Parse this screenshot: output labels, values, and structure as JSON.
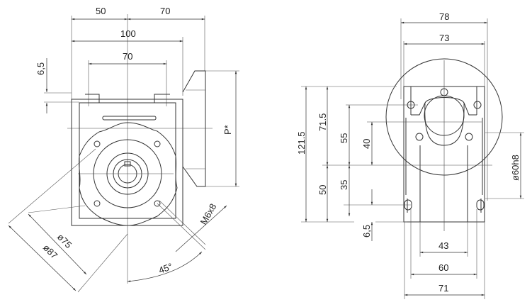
{
  "front_view": {
    "dim_50": "50",
    "dim_70_top": "70",
    "dim_100": "100",
    "dim_70_inner": "70",
    "dim_6_5": "6,5",
    "dim_p": "P*",
    "dim_m6x8": "M6x8",
    "dim_d75": "ø75",
    "dim_d87": "ø87",
    "dim_45": "45°"
  },
  "side_view": {
    "dim_78": "78",
    "dim_73": "73",
    "dim_121_5": "121.5",
    "dim_71_5": "71.5",
    "dim_55": "55",
    "dim_40": "40",
    "dim_50": "50",
    "dim_35": "35",
    "dim_6_5": "6,5",
    "dim_d60h8": "ø60h8",
    "dim_43": "43",
    "dim_60": "60",
    "dim_71": "71"
  }
}
